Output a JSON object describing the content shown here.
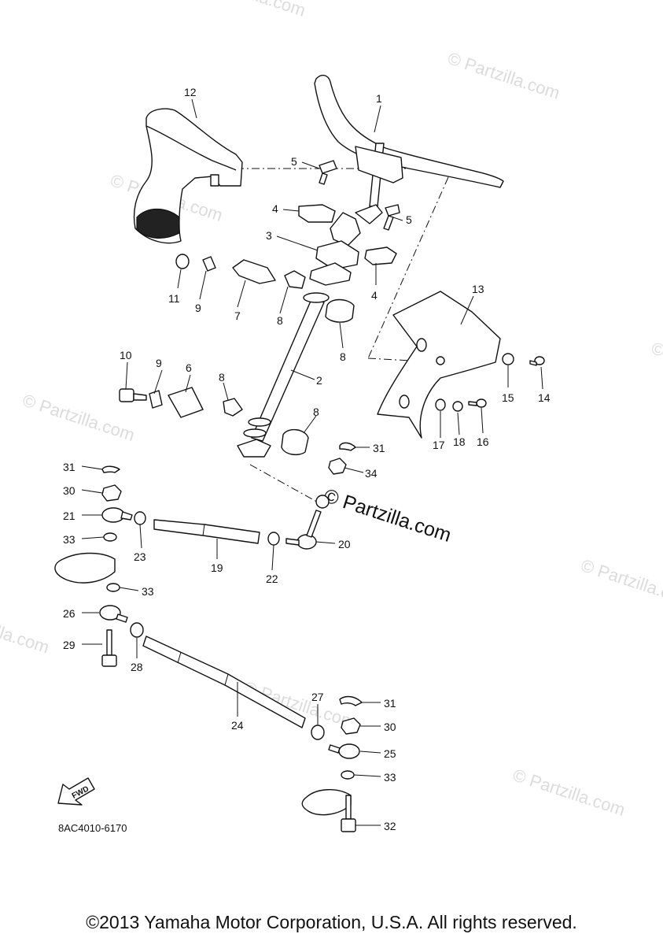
{
  "diagram": {
    "code": "8AC4010-6170",
    "fwd_label": "FWD",
    "watermark": "© Partzilla.com",
    "watermark_center": "© Partzilla.com",
    "copyright": "©2013 Yamaha Motor Corporation, U.S.A. All rights reserved."
  },
  "parts": [
    {
      "n": "1"
    },
    {
      "n": "12"
    },
    {
      "n": "5a"
    },
    {
      "n": "4a"
    },
    {
      "n": "5b"
    },
    {
      "n": "3"
    },
    {
      "n": "4b"
    },
    {
      "n": "11"
    },
    {
      "n": "9a"
    },
    {
      "n": "7"
    },
    {
      "n": "8a"
    },
    {
      "n": "8b"
    },
    {
      "n": "13"
    },
    {
      "n": "10"
    },
    {
      "n": "9b"
    },
    {
      "n": "6"
    },
    {
      "n": "8c"
    },
    {
      "n": "2"
    },
    {
      "n": "15"
    },
    {
      "n": "14"
    },
    {
      "n": "17"
    },
    {
      "n": "18"
    },
    {
      "n": "16"
    },
    {
      "n": "8d"
    },
    {
      "n": "31a"
    },
    {
      "n": "31b"
    },
    {
      "n": "30a"
    },
    {
      "n": "34"
    },
    {
      "n": "21"
    },
    {
      "n": "23"
    },
    {
      "n": "19"
    },
    {
      "n": "22"
    },
    {
      "n": "20"
    },
    {
      "n": "33a"
    },
    {
      "n": "33b"
    },
    {
      "n": "26"
    },
    {
      "n": "29"
    },
    {
      "n": "28"
    },
    {
      "n": "24"
    },
    {
      "n": "27"
    },
    {
      "n": "31c"
    },
    {
      "n": "30b"
    },
    {
      "n": "25"
    },
    {
      "n": "33c"
    },
    {
      "n": "32"
    }
  ],
  "labels": {
    "l1": "1",
    "l12": "12",
    "l5a": "5",
    "l5b": "5",
    "l4a": "4",
    "l4b": "4",
    "l3": "3",
    "l11": "11",
    "l9a": "9",
    "l7": "7",
    "l8a": "8",
    "l8b": "8",
    "l13": "13",
    "l10": "10",
    "l9b": "9",
    "l6": "6",
    "l8c": "8",
    "l2": "2",
    "l15": "15",
    "l14": "14",
    "l17": "17",
    "l18": "18",
    "l16": "16",
    "l8d": "8",
    "l31a": "31",
    "l31b": "31",
    "l30a": "30",
    "l34": "34",
    "l21": "21",
    "l23": "23",
    "l19": "19",
    "l22": "22",
    "l20": "20",
    "l33a": "33",
    "l33b": "33",
    "l26": "26",
    "l29": "29",
    "l28": "28",
    "l24": "24",
    "l27": "27",
    "l31c": "31",
    "l30b": "30",
    "l25": "25",
    "l33c": "33",
    "l32": "32"
  }
}
